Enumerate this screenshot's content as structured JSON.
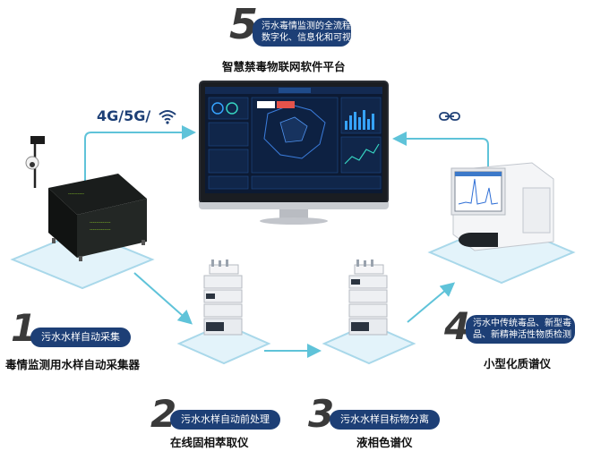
{
  "steps": [
    {
      "number": "1",
      "pill": "污水水样自动采集",
      "caption": "毒情监测用水样自动采集器"
    },
    {
      "number": "2",
      "pill": "污水水样自动前处理",
      "caption": "在线固相萃取仪"
    },
    {
      "number": "3",
      "pill": "污水水样目标物分离",
      "caption": "液相色谱仪"
    },
    {
      "number": "4",
      "pill_line1": "污水中传统毒品、新型毒",
      "pill_line2": "品、新精神活性物质检测",
      "caption": "小型化质谱仪"
    },
    {
      "number": "5",
      "pill_line1": "污水毒情监测的全流程",
      "pill_line2": "数字化、信息化和可视化",
      "caption": "智慧禁毒物联网软件平台"
    }
  ],
  "network_label": "4G/5G/",
  "colors": {
    "pill_bg": "#1d3f76",
    "arrow": "#5fc3d9",
    "platform": "#bfe3ef",
    "number": "#3a3a3a"
  },
  "icons": [
    "wifi-icon",
    "link-icon",
    "arrow-icon"
  ]
}
